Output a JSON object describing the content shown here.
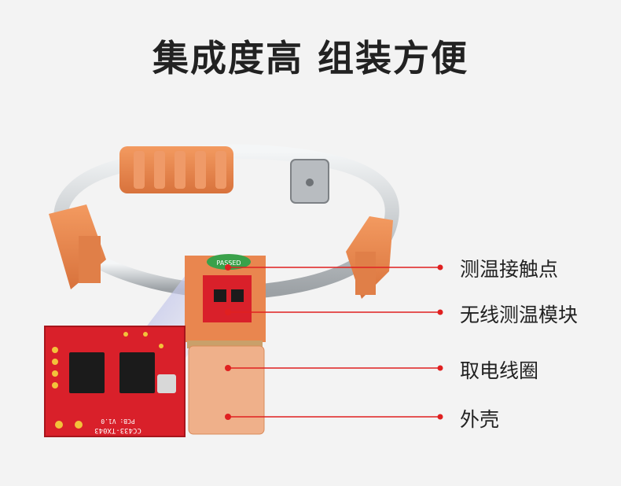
{
  "headline": "集成度高 组装方便",
  "callouts": [
    {
      "label": "测温接触点"
    },
    {
      "label": "无线测温模块"
    },
    {
      "label": "取电线圈"
    },
    {
      "label": "外壳"
    }
  ],
  "board_text": {
    "model": "CC433-TX043",
    "pcb": "PCB: V1.0",
    "stamp": "PASSED"
  },
  "colors": {
    "callout_line": "#e02020",
    "shell_orange": "#e8874e",
    "pcb_red": "#d9202a",
    "steel": "#cfd3d6"
  }
}
